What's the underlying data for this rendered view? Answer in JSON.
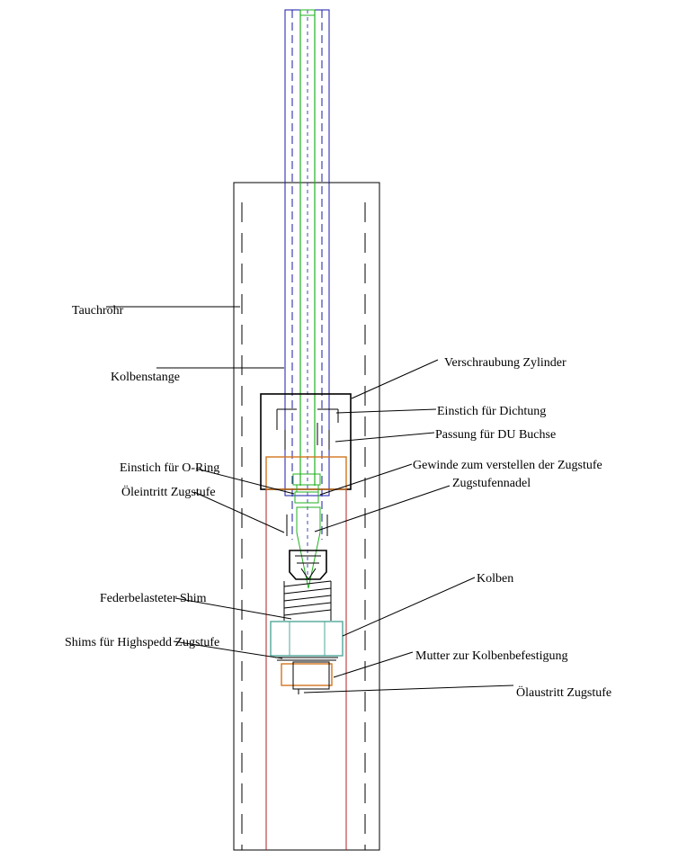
{
  "colors": {
    "outline": "#000000",
    "rod": "#1a1aa8",
    "needle": "#22b022",
    "cylinder": "#b22222",
    "nut": "#d2751e",
    "piston": "#4fa89a",
    "background": "#ffffff"
  },
  "labels": {
    "tauchrohr": "Tauchrohr",
    "kolbenstange": "Kolbenstange",
    "verschraubung_zylinder": "Verschraubung Zylinder",
    "einstich_dichtung": "Einstich für Dichtung",
    "passung_du_buchse": "Passung für DU Buchse",
    "einstich_o_ring": "Einstich für O-Ring",
    "gewinde_zugstufe": "Gewinde zum verstellen der Zugstufe",
    "zugstufennadel": "Zugstufennadel",
    "oeleintritt_zugstufe": "Öleintritt Zugstufe",
    "kolben": "Kolben",
    "federbelasteter_shim": "Federbelasteter Shim",
    "shims_highspeed": "Shims für Highspedd Zugstufe",
    "mutter_kolbenbefestigung": "Mutter zur Kolbenbefestigung",
    "oelaustritt_zugstufe": "Ölaustritt Zugstufe"
  }
}
